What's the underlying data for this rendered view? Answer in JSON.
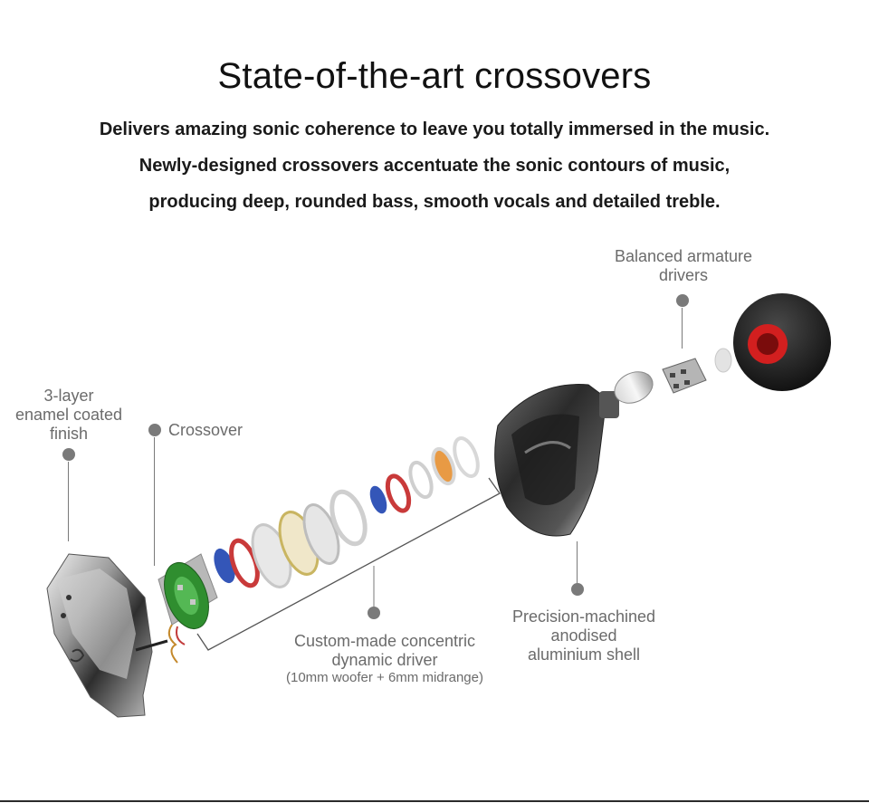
{
  "header": {
    "title": "State-of-the-art crossovers",
    "lines": [
      "Delivers amazing sonic coherence to leave you totally immersed in the music.",
      "Newly-designed crossovers accentuate the sonic contours of music,",
      "producing deep, rounded bass, smooth vocals and detailed treble."
    ]
  },
  "callouts": {
    "enamel": [
      "3-layer",
      "enamel coated",
      "finish"
    ],
    "crossover": "Crossover",
    "balanced": [
      "Balanced armature",
      "drivers"
    ],
    "driver": [
      "Custom-made concentric",
      "dynamic driver"
    ],
    "driver_note": "(10mm woofer + 6mm midrange)",
    "shell": [
      "Precision-machined",
      "anodised",
      "aluminium shell"
    ]
  },
  "colors": {
    "dot": "#7a7a7a",
    "text": "#6b6b6b",
    "eartip_red": "#d21f1f",
    "board_green": "#3aa13a"
  }
}
